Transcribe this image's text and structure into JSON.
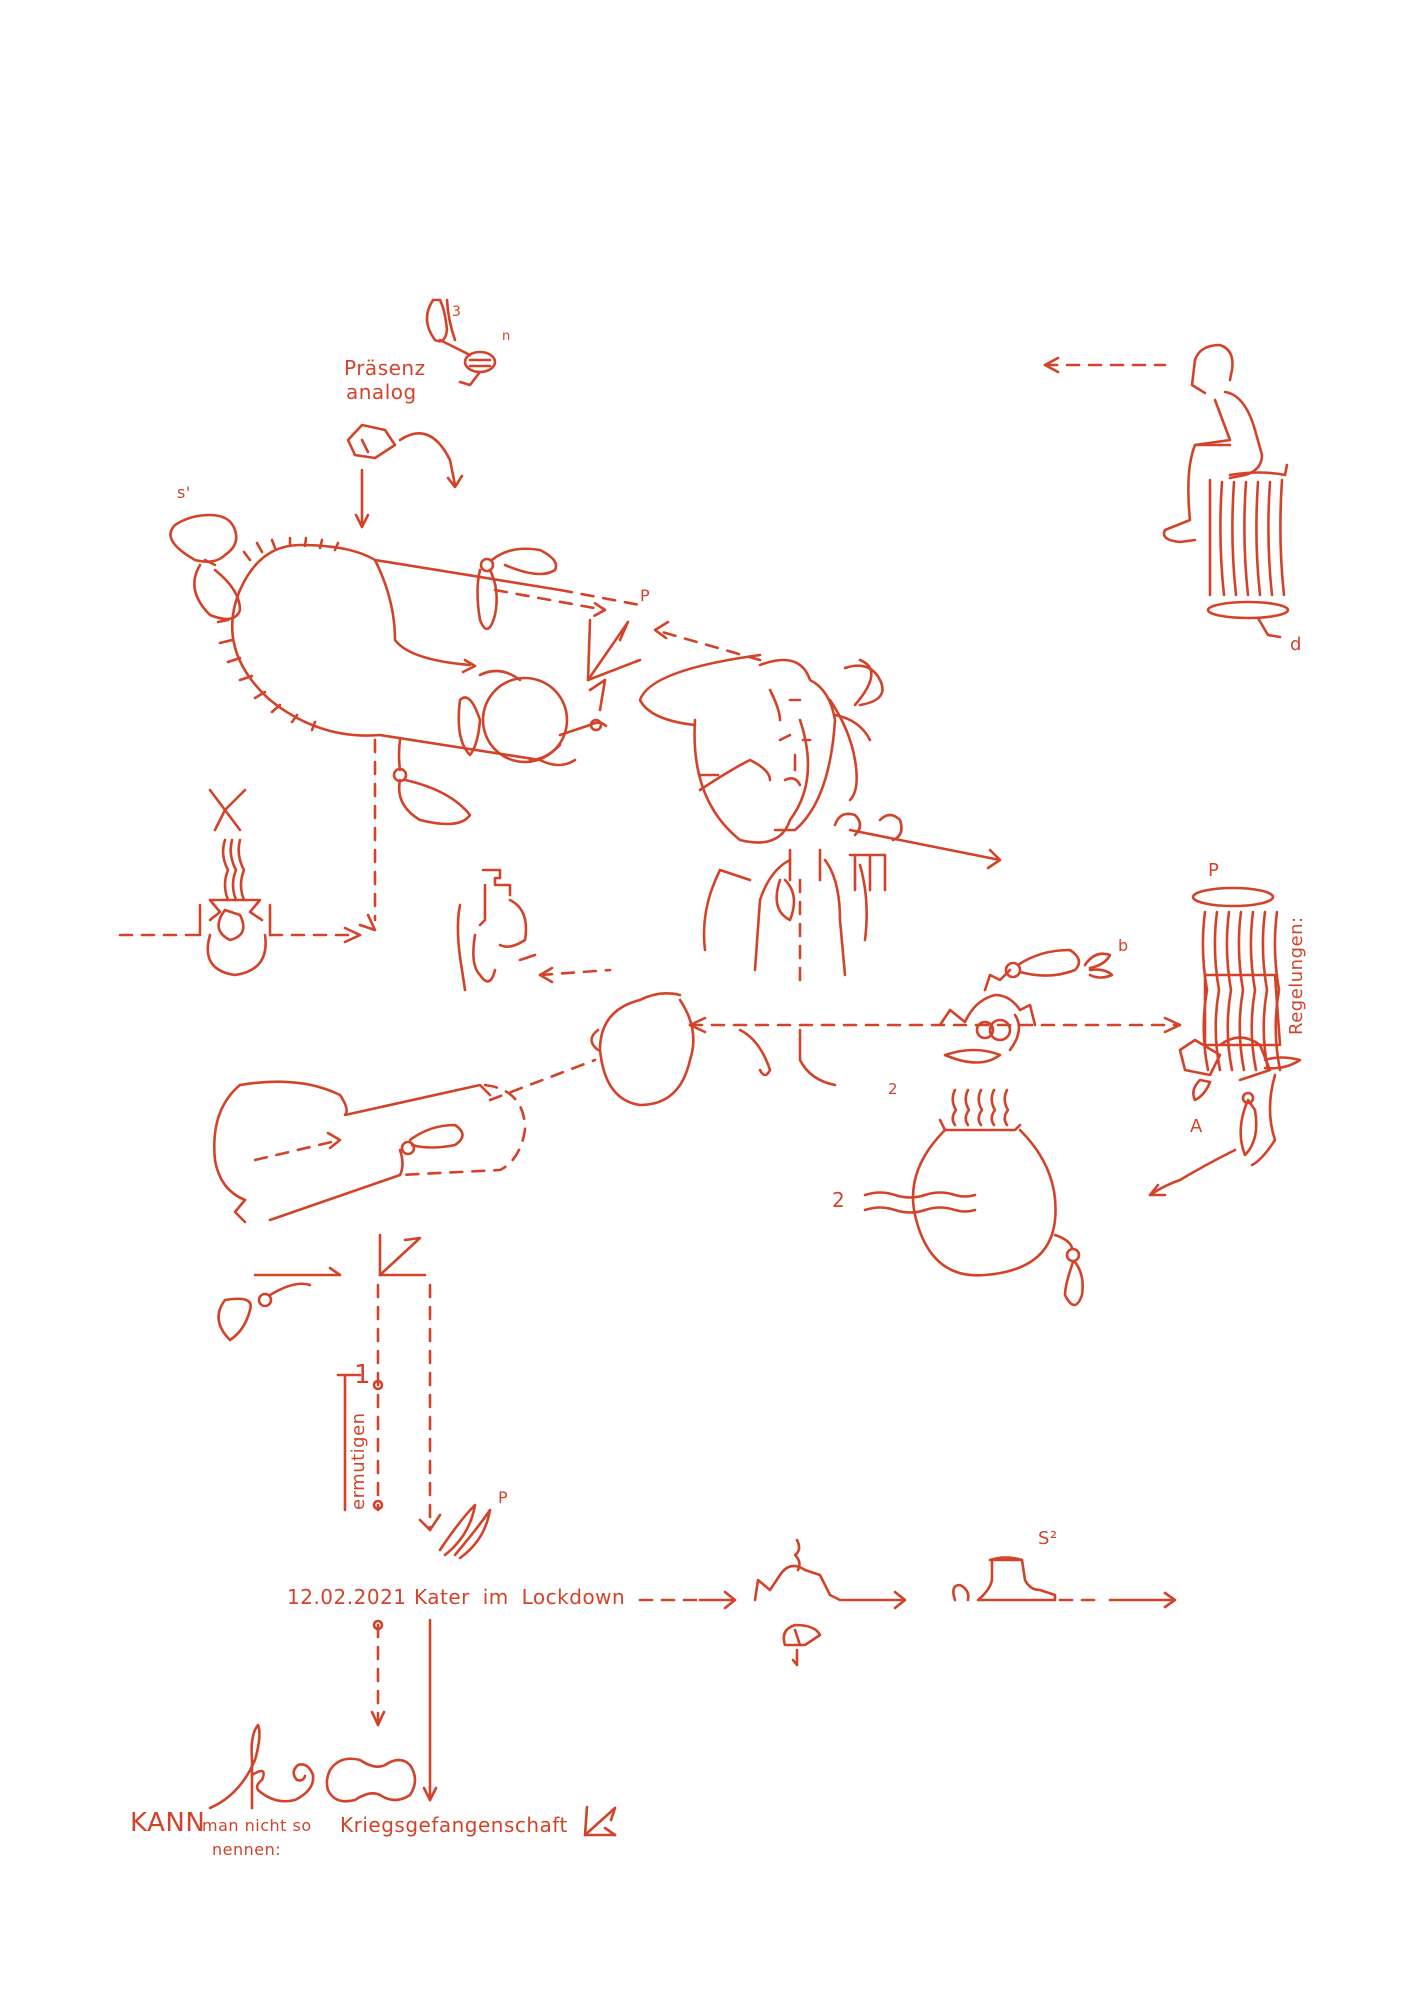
{
  "artwork": {
    "ink_color": "#d2432a",
    "background": "#ffffff"
  },
  "labels": {
    "praesenz": "Präsenz",
    "analog": "analog",
    "sup_3": "3",
    "sup_n": "n",
    "s1": "s'",
    "p_arrow": "P",
    "d": "d",
    "p_column": "P",
    "regelungen": "Regelungen:",
    "b": "b",
    "a": "A",
    "two_hand": "2",
    "two_wave": "2",
    "ermutigen": "ermutigen",
    "one": "1",
    "p_leaf": "P",
    "date": "12.02.2021",
    "title": "Kater im Lockdown",
    "s2": "S²",
    "kann": "KANN",
    "man_nicht_so": "man nicht so",
    "nennen": "nennen:",
    "kriegsgefangenschaft": "Kriegsgefangenschaft"
  }
}
